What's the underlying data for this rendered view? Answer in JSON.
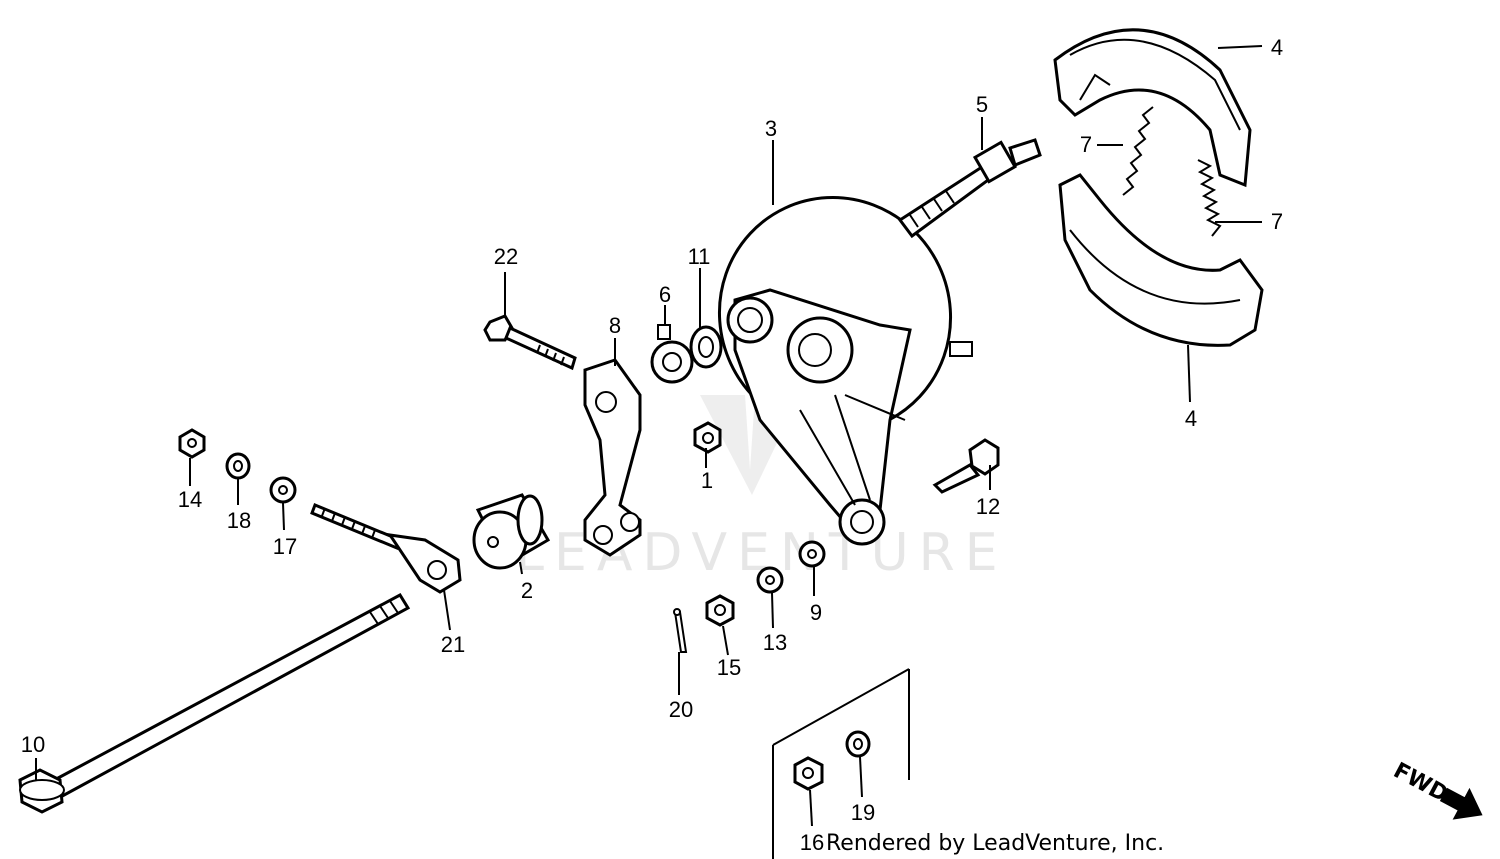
{
  "watermark": "LEADVENTURE",
  "credit": "Rendered by LeadVenture, Inc.",
  "direction_label": "FWD",
  "callouts": [
    {
      "id": "c1",
      "label": "1"
    },
    {
      "id": "c2",
      "label": "2"
    },
    {
      "id": "c3",
      "label": "3"
    },
    {
      "id": "c4a",
      "label": "4"
    },
    {
      "id": "c4b",
      "label": "4"
    },
    {
      "id": "c5",
      "label": "5"
    },
    {
      "id": "c6",
      "label": "6"
    },
    {
      "id": "c7a",
      "label": "7"
    },
    {
      "id": "c7b",
      "label": "7"
    },
    {
      "id": "c8",
      "label": "8"
    },
    {
      "id": "c9",
      "label": "9"
    },
    {
      "id": "c10",
      "label": "10"
    },
    {
      "id": "c11",
      "label": "11"
    },
    {
      "id": "c12",
      "label": "12"
    },
    {
      "id": "c13",
      "label": "13"
    },
    {
      "id": "c14",
      "label": "14"
    },
    {
      "id": "c15",
      "label": "15"
    },
    {
      "id": "c16",
      "label": "16"
    },
    {
      "id": "c17",
      "label": "17"
    },
    {
      "id": "c18",
      "label": "18"
    },
    {
      "id": "c19",
      "label": "19"
    },
    {
      "id": "c20",
      "label": "20"
    },
    {
      "id": "c21",
      "label": "21"
    },
    {
      "id": "c22",
      "label": "22"
    }
  ]
}
